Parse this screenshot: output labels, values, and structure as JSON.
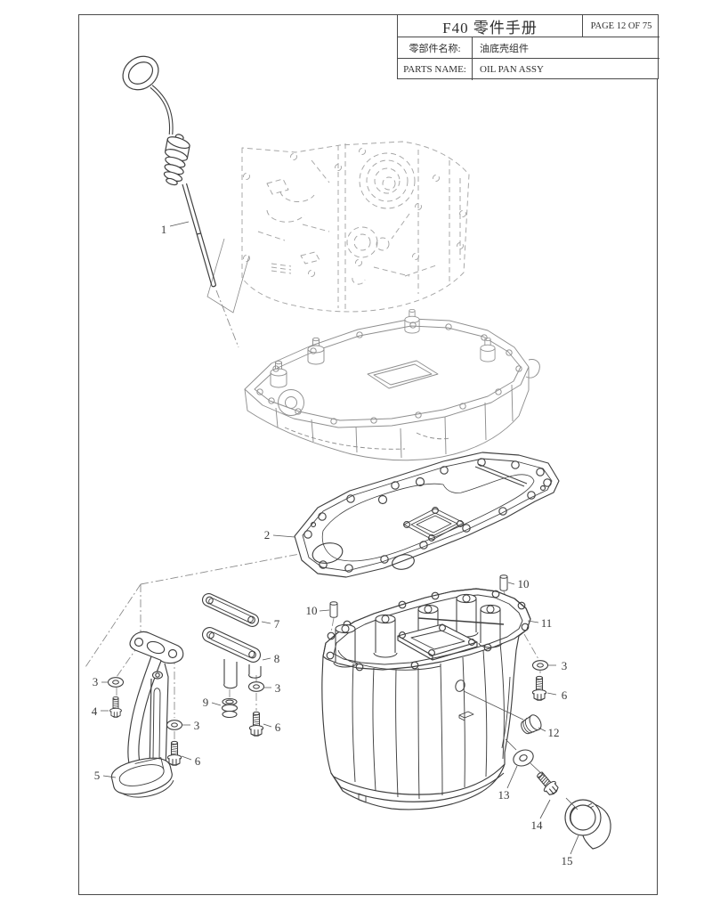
{
  "header": {
    "title": "F40 零件手册",
    "page_info": "PAGE 12 OF 75",
    "rows": [
      {
        "label": "零部件名称:",
        "value": "油底壳组件"
      },
      {
        "label": "PARTS NAME:",
        "value": "OIL PAN ASSY"
      }
    ]
  },
  "diagram": {
    "callouts": [
      {
        "label": "1"
      },
      {
        "label": "2"
      },
      {
        "label": "3"
      },
      {
        "label": "4"
      },
      {
        "label": "5"
      },
      {
        "label": "3"
      },
      {
        "label": "6"
      },
      {
        "label": "7"
      },
      {
        "label": "8"
      },
      {
        "label": "3"
      },
      {
        "label": "9"
      },
      {
        "label": "6"
      },
      {
        "label": "10"
      },
      {
        "label": "10"
      },
      {
        "label": "11"
      },
      {
        "label": "3"
      },
      {
        "label": "6"
      },
      {
        "label": "12"
      },
      {
        "label": "13"
      },
      {
        "label": "14"
      },
      {
        "label": "15"
      }
    ]
  },
  "colors": {
    "part_line": "#3f3f3f",
    "reference_line": "#a0a0a0",
    "upper_pan_line": "#8f8f8f",
    "border": "#4a4a4a",
    "background": "#ffffff"
  }
}
